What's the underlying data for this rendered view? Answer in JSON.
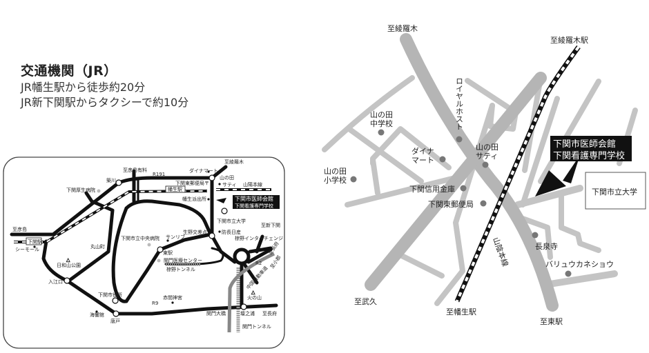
{
  "access": {
    "title": "交通機関（JR）",
    "lines": [
      "JR幡生駅から徒歩約20分",
      "JR新下関駅からタクシーで約10分"
    ]
  },
  "overview_map": {
    "labels": {
      "to_hikoshima_toll": "至彦島有料",
      "sakaigawa": "築川",
      "koseibyoin": "下関厚生病院",
      "to_hikoshima": "至彦島",
      "shimonoseki_station": "下関駅",
      "seamall": "シーモール",
      "maruyamacho": "丸山町",
      "hiyoriyama": "日和山公園",
      "irieguchi": "入江口",
      "city_office": "下関市役所",
      "kaikyokan": "海響館",
      "karato": "唐戸",
      "chuo_hospital": "下関市立中央病院",
      "r191": "R191",
      "dainamart": "ダイナマート",
      "to_ayaragi": "至綾羅木",
      "yamanota": "山の田",
      "satie": "サティ",
      "sanyo_line": "山陽本線",
      "higashi_post": "下関東郵便局〒",
      "hatabu_station": "幡生駅",
      "hatabu_police": "幡生派出所",
      "city_univ": "下関市立大学",
      "sunrib": "サンリブ",
      "ikuno_crossing": "生野交差点",
      "bocho_nichinichi": "防長日産",
      "to_shinshimonoseki": "至新下関",
      "interchange": "椋野インターチェンジ",
      "higashi_station": "東駅",
      "kanmon_medical": "関門医療センター",
      "mukuno_tunnel": "椋野トンネル",
      "r2": "R2",
      "to_chofu": "至長府",
      "chugoku_expressway": "中国自動車道",
      "to_ogori": "至小郡",
      "hinoyama": "火の山",
      "akama_shrine": "赤間神宮",
      "r9": "R9",
      "kanmon_bridge": "関門大橋",
      "dannoura": "壇之浦",
      "to_chofu2": "至長府",
      "kanmon_tunnel": "関門トンネル",
      "dest1": "下関市医師会館",
      "dest2": "下関看護専門学校"
    }
  },
  "detail_map": {
    "labels": {
      "to_ayaragi": "至綾羅木",
      "to_ayaragi_station": "至綾羅木駅",
      "royal_host": "ロイヤルホスト",
      "yamanota_jhs_1": "山の田",
      "yamanota_jhs_2": "中学校",
      "dainamart_1": "ダイナ",
      "dainamart_2": "マート",
      "yamanota_es_1": "山の田",
      "yamanota_es_2": "小学校",
      "satie_1": "山の田",
      "satie_2": "サティ",
      "shinkin": "下関信用金庫",
      "higashi_post": "下関東郵便局",
      "sanin_line": "山陰本線",
      "to_takehisa": "至武久",
      "to_hatabu_station": "至幡生駅",
      "to_higashi_station": "至東駅",
      "chosenji": "長泉寺",
      "value_kaneshou": "バリュウカネショウ",
      "city_univ": "下関市立大学",
      "dest1": "下関市医師会館",
      "dest2": "下関看護専門学校"
    }
  }
}
